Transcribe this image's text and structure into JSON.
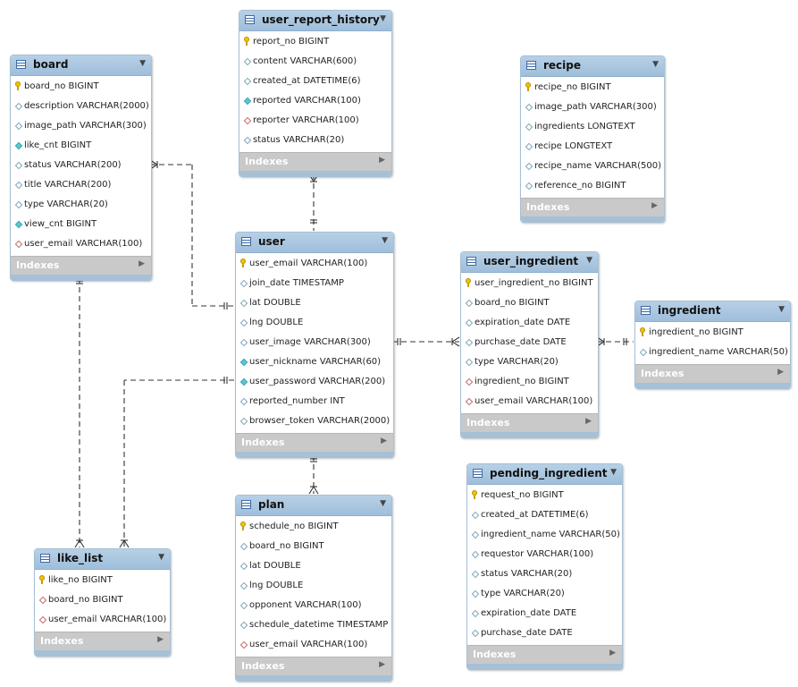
{
  "tables": [
    {
      "id": "board",
      "title": "board",
      "footer": "Indexes",
      "columns": [
        {
          "text": "board_no BIGINT",
          "icon": "key"
        },
        {
          "text": "description VARCHAR(2000)",
          "icon": "dia"
        },
        {
          "text": "image_path VARCHAR(300)",
          "icon": "dia"
        },
        {
          "text": "like_cnt BIGINT",
          "icon": "dia-filled"
        },
        {
          "text": "status VARCHAR(200)",
          "icon": "dia"
        },
        {
          "text": "title VARCHAR(200)",
          "icon": "dia"
        },
        {
          "text": "type VARCHAR(20)",
          "icon": "dia"
        },
        {
          "text": "view_cnt BIGINT",
          "icon": "dia-filled"
        },
        {
          "text": "user_email VARCHAR(100)",
          "icon": "dia-red"
        }
      ]
    },
    {
      "id": "user_report_history",
      "title": "user_report_history",
      "footer": "Indexes",
      "columns": [
        {
          "text": "report_no BIGINT",
          "icon": "key"
        },
        {
          "text": "content VARCHAR(600)",
          "icon": "dia"
        },
        {
          "text": "created_at DATETIME(6)",
          "icon": "dia"
        },
        {
          "text": "reported VARCHAR(100)",
          "icon": "dia-filled"
        },
        {
          "text": "reporter VARCHAR(100)",
          "icon": "dia-red"
        },
        {
          "text": "status VARCHAR(20)",
          "icon": "dia"
        }
      ]
    },
    {
      "id": "recipe",
      "title": "recipe",
      "footer": "Indexes",
      "columns": [
        {
          "text": "recipe_no BIGINT",
          "icon": "key"
        },
        {
          "text": "image_path VARCHAR(300)",
          "icon": "dia"
        },
        {
          "text": "ingredients LONGTEXT",
          "icon": "dia"
        },
        {
          "text": "recipe LONGTEXT",
          "icon": "dia"
        },
        {
          "text": "recipe_name VARCHAR(500)",
          "icon": "dia"
        },
        {
          "text": "reference_no BIGINT",
          "icon": "dia"
        }
      ]
    },
    {
      "id": "user",
      "title": "user",
      "footer": "Indexes",
      "columns": [
        {
          "text": "user_email VARCHAR(100)",
          "icon": "key"
        },
        {
          "text": "join_date TIMESTAMP",
          "icon": "dia"
        },
        {
          "text": "lat DOUBLE",
          "icon": "dia"
        },
        {
          "text": "lng DOUBLE",
          "icon": "dia"
        },
        {
          "text": "user_image VARCHAR(300)",
          "icon": "dia"
        },
        {
          "text": "user_nickname VARCHAR(60)",
          "icon": "dia-filled"
        },
        {
          "text": "user_password VARCHAR(200)",
          "icon": "dia-filled"
        },
        {
          "text": "reported_number INT",
          "icon": "dia"
        },
        {
          "text": "browser_token VARCHAR(2000)",
          "icon": "dia"
        }
      ]
    },
    {
      "id": "user_ingredient",
      "title": "user_ingredient",
      "footer": "Indexes",
      "columns": [
        {
          "text": "user_ingredient_no BIGINT",
          "icon": "key"
        },
        {
          "text": "board_no BIGINT",
          "icon": "dia"
        },
        {
          "text": "expiration_date DATE",
          "icon": "dia"
        },
        {
          "text": "purchase_date DATE",
          "icon": "dia"
        },
        {
          "text": "type VARCHAR(20)",
          "icon": "dia"
        },
        {
          "text": "ingredient_no BIGINT",
          "icon": "dia-red"
        },
        {
          "text": "user_email VARCHAR(100)",
          "icon": "dia-red"
        }
      ]
    },
    {
      "id": "ingredient",
      "title": "ingredient",
      "footer": "Indexes",
      "columns": [
        {
          "text": "ingredient_no BIGINT",
          "icon": "key"
        },
        {
          "text": "ingredient_name VARCHAR(50)",
          "icon": "dia"
        }
      ]
    },
    {
      "id": "pending_ingredient",
      "title": "pending_ingredient",
      "footer": "Indexes",
      "columns": [
        {
          "text": "request_no BIGINT",
          "icon": "key"
        },
        {
          "text": "created_at DATETIME(6)",
          "icon": "dia"
        },
        {
          "text": "ingredient_name VARCHAR(50)",
          "icon": "dia"
        },
        {
          "text": "requestor VARCHAR(100)",
          "icon": "dia"
        },
        {
          "text": "status VARCHAR(20)",
          "icon": "dia"
        },
        {
          "text": "type VARCHAR(20)",
          "icon": "dia"
        },
        {
          "text": "expiration_date DATE",
          "icon": "dia"
        },
        {
          "text": "purchase_date DATE",
          "icon": "dia"
        }
      ]
    },
    {
      "id": "plan",
      "title": "plan",
      "footer": "Indexes",
      "columns": [
        {
          "text": "schedule_no BIGINT",
          "icon": "key"
        },
        {
          "text": "board_no BIGINT",
          "icon": "dia"
        },
        {
          "text": "lat DOUBLE",
          "icon": "dia"
        },
        {
          "text": "lng DOUBLE",
          "icon": "dia"
        },
        {
          "text": "opponent VARCHAR(100)",
          "icon": "dia"
        },
        {
          "text": "schedule_datetime TIMESTAMP",
          "icon": "dia"
        },
        {
          "text": "user_email VARCHAR(100)",
          "icon": "dia-red"
        }
      ]
    },
    {
      "id": "like_list",
      "title": "like_list",
      "footer": "Indexes",
      "columns": [
        {
          "text": "like_no BIGINT",
          "icon": "key"
        },
        {
          "text": "board_no BIGINT",
          "icon": "dia-red"
        },
        {
          "text": "user_email VARCHAR(100)",
          "icon": "dia-red"
        }
      ]
    }
  ],
  "relationships": [
    {
      "from": "user",
      "to": "board"
    },
    {
      "from": "user",
      "to": "user_report_history"
    },
    {
      "from": "user",
      "to": "user_ingredient"
    },
    {
      "from": "ingredient",
      "to": "user_ingredient"
    },
    {
      "from": "user",
      "to": "plan"
    },
    {
      "from": "board",
      "to": "like_list"
    },
    {
      "from": "user",
      "to": "like_list"
    }
  ],
  "colors": {
    "header": "#a8c4de",
    "footer": "#c9c9c9",
    "line": "#333333",
    "key": "#f2c500"
  }
}
